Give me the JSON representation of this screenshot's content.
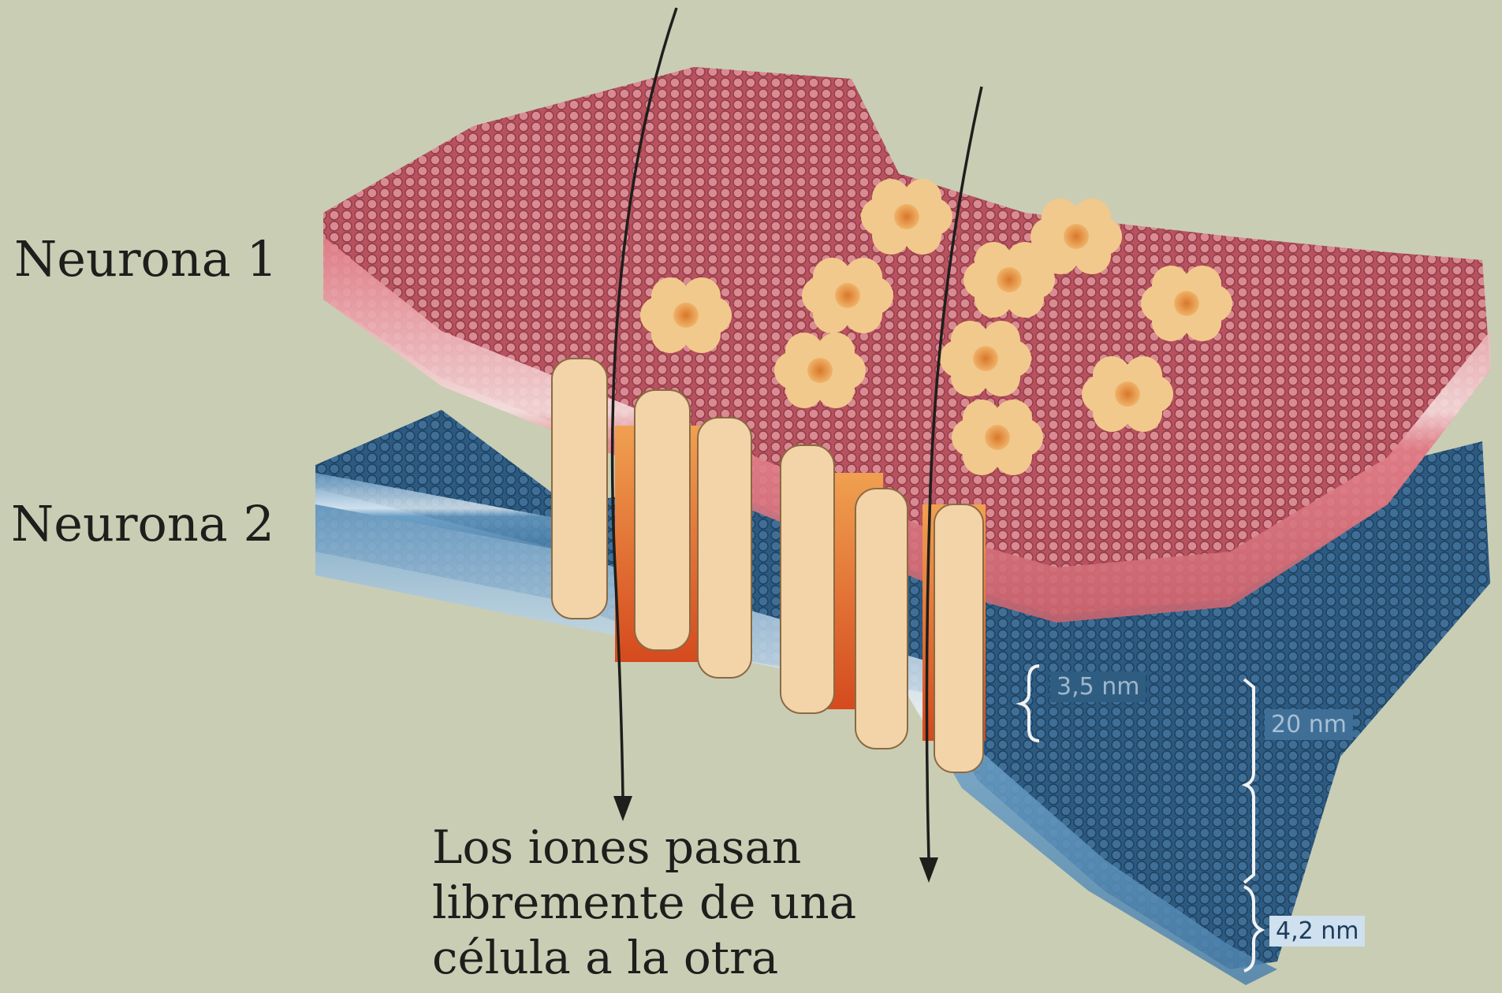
{
  "labels": {
    "neuron_1": "Neurona 1",
    "neuron_2": "Neurona 2",
    "caption_lines": [
      "Los iones pasan",
      "libremente de una",
      "célula a la otra"
    ]
  },
  "dimensions": {
    "lipid_bilayer": "3,5 nm",
    "gap_total": "20 nm",
    "gap_space": "4,2 nm"
  },
  "colors": {
    "background": "#c9cdb4",
    "neuron_1_membrane": "#c7606e",
    "neuron_2_membrane": "#3f6f97",
    "connexon": "#f2d4a8",
    "channel_core": "#e07a2a",
    "arrow": "#1e1e1c"
  }
}
